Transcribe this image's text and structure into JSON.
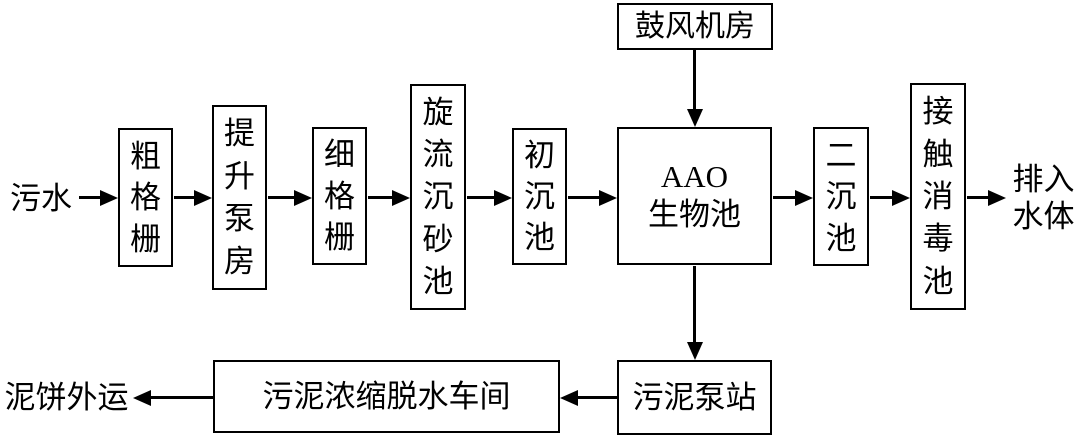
{
  "diagram": {
    "type": "flowchart",
    "subject": "wastewater-treatment-process",
    "colors": {
      "line": "#000000",
      "text": "#000000",
      "background": "#ffffff"
    },
    "nodes": {
      "influent": {
        "label": "污水"
      },
      "coarse_screen": {
        "label": "粗格栅"
      },
      "lift_pump_house": {
        "label": "提升泵房"
      },
      "fine_screen": {
        "label": "细格栅"
      },
      "cyclone_grit_chamber": {
        "label": "旋流沉砂池"
      },
      "primary_sedimentation_tank": {
        "label": "初沉池"
      },
      "aao_biological_tank": {
        "line1": "AAO",
        "line2": "生物池"
      },
      "secondary_sedimentation_tank": {
        "label": "二沉池"
      },
      "contact_disinfection_tank": {
        "label": "接触消毒池"
      },
      "effluent": {
        "line1": "排入",
        "line2": "水体"
      },
      "blower_room": {
        "label": "鼓风机房"
      },
      "sludge_pump_station": {
        "label": "污泥泵站"
      },
      "sludge_dewatering_workshop": {
        "label": "污泥浓缩脱水车间"
      },
      "sludge_cake": {
        "label": "泥饼外运"
      }
    },
    "edges": [
      {
        "from": "污水",
        "to": "粗格栅"
      },
      {
        "from": "粗格栅",
        "to": "提升泵房"
      },
      {
        "from": "提升泵房",
        "to": "细格栅"
      },
      {
        "from": "细格栅",
        "to": "旋流沉砂池"
      },
      {
        "from": "旋流沉砂池",
        "to": "初沉池"
      },
      {
        "from": "初沉池",
        "to": "AAO生物池"
      },
      {
        "from": "鼓风机房",
        "to": "AAO生物池"
      },
      {
        "from": "AAO生物池",
        "to": "二沉池"
      },
      {
        "from": "二沉池",
        "to": "接触消毒池"
      },
      {
        "from": "接触消毒池",
        "to": "排入水体"
      },
      {
        "from": "AAO生物池",
        "to": "污泥泵站"
      },
      {
        "from": "污泥泵站",
        "to": "污泥浓缩脱水车间"
      },
      {
        "from": "污泥浓缩脱水车间",
        "to": "泥饼外运"
      }
    ]
  }
}
